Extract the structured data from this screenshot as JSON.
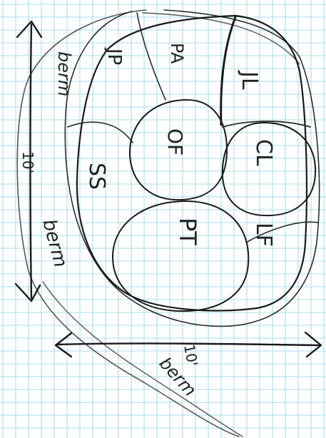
{
  "paper": {
    "grid_color": "#8fd3e6",
    "background": "#ffffff",
    "ink_color": "#2b2b2b"
  },
  "labels": {
    "zone_jl": "JL",
    "zone_cl": "CL",
    "zone_lf": "LF",
    "zone_pt": "PT",
    "zone_of": "OF",
    "zone_ss": "SS",
    "zone_jp": "JP",
    "zone_pa": "PA",
    "berm_top": "berm",
    "berm_left": "berm",
    "berm_bottom": "berm",
    "dim_vertical": "10'",
    "dim_horizontal": "10'"
  }
}
